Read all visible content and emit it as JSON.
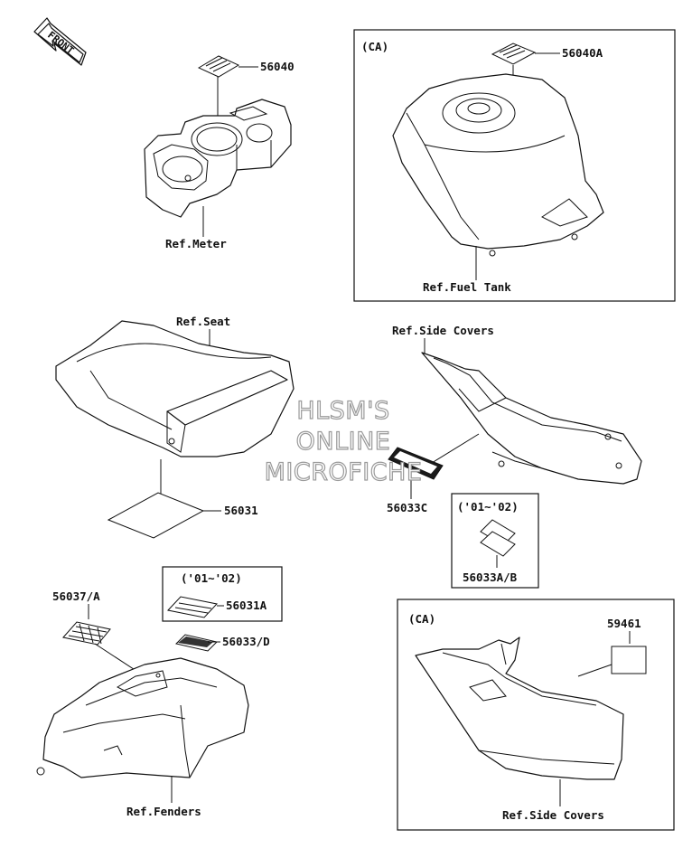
{
  "front_badge": "FRONT",
  "watermark": [
    "HLSM'S",
    "ONLINE",
    "MICROFICHE"
  ],
  "groups": {
    "meter": {
      "part_number": "56040",
      "ref": "Ref.Meter"
    },
    "fuel_tank_ca": {
      "region": "(CA)",
      "part_number": "56040A",
      "ref": "Ref.Fuel Tank"
    },
    "seat": {
      "ref": "Ref.Seat",
      "part_number": "56031"
    },
    "side_covers": {
      "ref": "Ref.Side Covers",
      "part_number": "56033C"
    },
    "side_covers_0102": {
      "years": "('01~'02)",
      "part_number": "56033A/B"
    },
    "fenders": {
      "part_number_a": "56037/A",
      "years": "('01~'02)",
      "part_number_b": "56031A",
      "part_number_c": "56033/D",
      "ref": "Ref.Fenders"
    },
    "side_covers_ca": {
      "region": "(CA)",
      "part_number": "59461",
      "ref": "Ref.Side Covers"
    }
  },
  "colors": {
    "line": "#111111",
    "watermark_outline": "#9a9a9a"
  }
}
